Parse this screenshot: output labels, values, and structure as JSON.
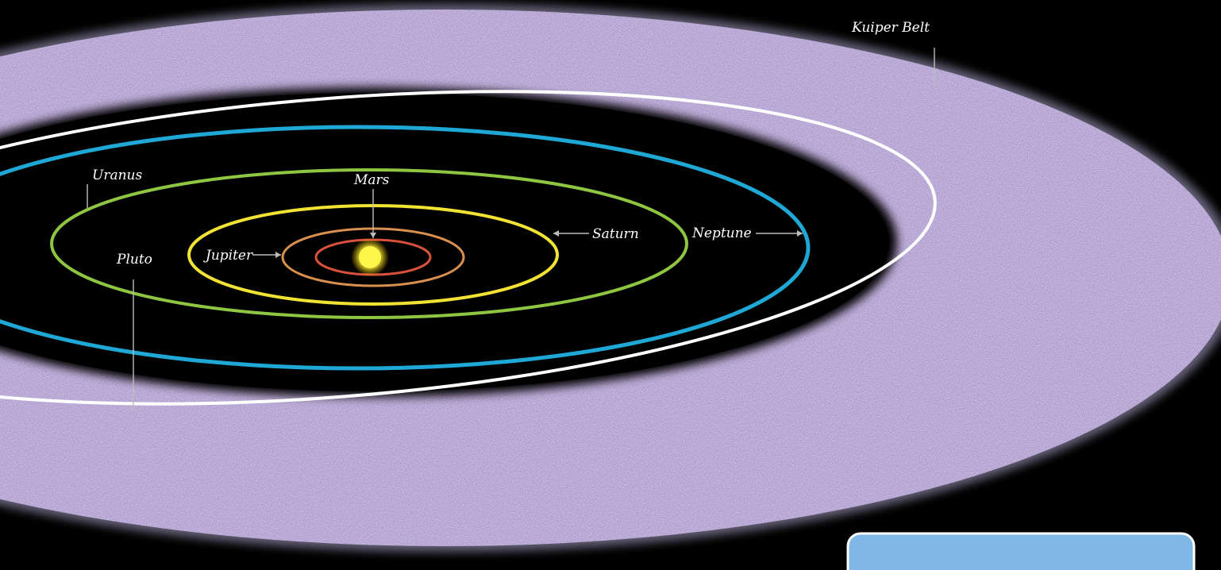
{
  "labels": {
    "kuiper_belt": "Kuiper Belt",
    "uranus": "Uranus",
    "mars": "Mars",
    "saturn": "Saturn",
    "neptune": "Neptune",
    "jupiter": "Jupiter",
    "pluto": "Pluto"
  },
  "colors": {
    "background": "#000000",
    "kuiper_belt": "#6f6a9e",
    "sun": "#fff64a",
    "orbit_inner_red": "#d9513a",
    "orbit_orange": "#d98f4e",
    "orbit_yellow": "#f2e233",
    "orbit_green": "#8ec641",
    "orbit_blue": "#1fa8d6",
    "orbit_pluto": "#ffffff",
    "panel": "#7fb8e6"
  }
}
